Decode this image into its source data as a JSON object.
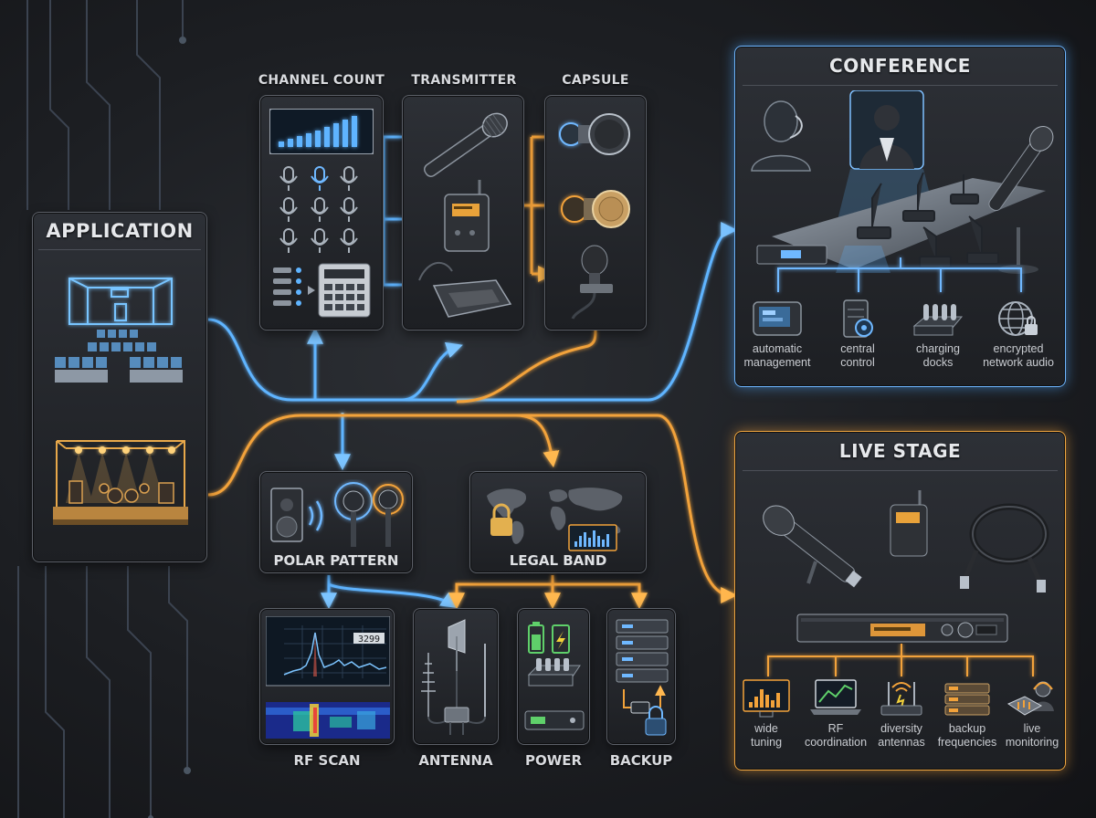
{
  "application": {
    "title": "APPLICATION"
  },
  "selectors": {
    "channel_count": "CHANNEL COUNT",
    "transmitter": "TRANSMITTER",
    "capsule": "CAPSULE"
  },
  "conference": {
    "title": "CONFERENCE",
    "features": [
      {
        "label": "automatic\nmanagement",
        "icon": "touchscreen-controller-icon"
      },
      {
        "label": "central\ncontrol",
        "icon": "server-gear-icon"
      },
      {
        "label": "charging\ndocks",
        "icon": "charging-dock-icon"
      },
      {
        "label": "encrypted\nnetwork audio",
        "icon": "globe-lock-icon"
      }
    ]
  },
  "middle": {
    "polar_pattern": "POLAR PATTERN",
    "legal_band": "LEGAL BAND"
  },
  "rf_scan": {
    "label": "RF SCAN",
    "readout": "3299"
  },
  "antenna": {
    "label": "ANTENNA"
  },
  "power": {
    "label": "POWER"
  },
  "backup": {
    "label": "BACKUP"
  },
  "live_stage": {
    "title": "LIVE STAGE",
    "features": [
      {
        "label": "wide\ntuning",
        "icon": "spectrum-monitor-icon"
      },
      {
        "label": "RF\ncoordination",
        "icon": "laptop-graph-icon"
      },
      {
        "label": "diversity\nantennas",
        "icon": "antenna-router-icon"
      },
      {
        "label": "backup\nfrequencies",
        "icon": "rack-units-icon"
      },
      {
        "label": "live\nmonitoring",
        "icon": "mixing-console-icon"
      }
    ]
  },
  "colors": {
    "blue": "#5fb4ff",
    "orange": "#f2a23a",
    "panel": "#25282d",
    "background": "#1c1e22"
  }
}
